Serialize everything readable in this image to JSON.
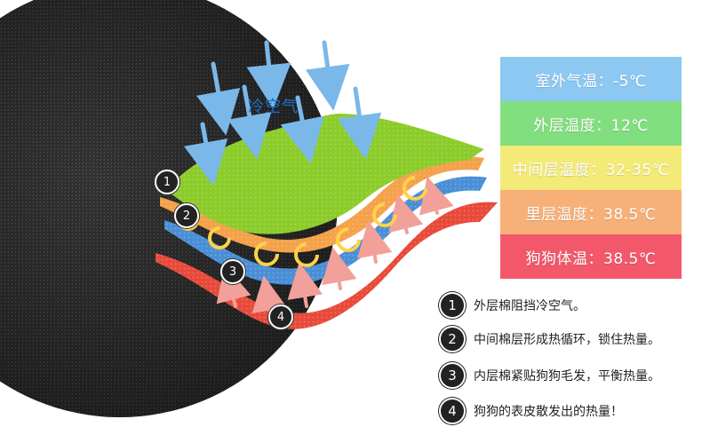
{
  "cold_air_label": "冷空气",
  "temperature_bands": [
    {
      "label": "室外气温：-5℃",
      "color": "#8cc8f2"
    },
    {
      "label": "外层温度：12℃",
      "color": "#82df7f"
    },
    {
      "label": "中间层温度：32-35℃",
      "color": "#f3ea78"
    },
    {
      "label": "里层温度：38.5℃",
      "color": "#f7b078"
    },
    {
      "label": "狗狗体温：38.5℃",
      "color": "#f2586a"
    }
  ],
  "layer_numbers": [
    "1",
    "2",
    "3",
    "4"
  ],
  "legend": [
    {
      "num": "1",
      "text": "外层棉阻挡冷空气。"
    },
    {
      "num": "2",
      "text": "中间棉层形成热循环，锁住热量。"
    },
    {
      "num": "3",
      "text": "内层棉紧贴狗狗毛发，平衡热量。"
    },
    {
      "num": "4",
      "text": "狗狗的表皮散发出的热量！"
    }
  ],
  "colors": {
    "fabric": "#2e2e2e",
    "outer_layer": "#8ccc2a",
    "middle_layer": "#f4a14a",
    "inner_layer": "#4a8fd6",
    "body_layer": "#e84a3a",
    "cold_arrow": "#7ab8ea",
    "heat_arrow": "#f2a09a",
    "swirl": "#ffd24a"
  }
}
